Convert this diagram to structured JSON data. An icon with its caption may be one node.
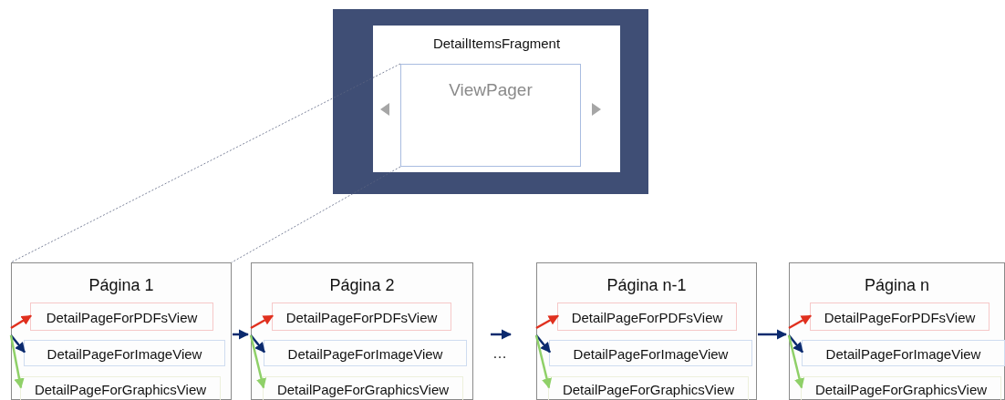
{
  "diagram": {
    "nodes": [
      {
        "text": [],
        "shape": "box"
      },
      {
        "text": [
          "DetailItemsFragment"
        ],
        "in": 0
      },
      {
        "text": [
          "ViewPager"
        ],
        "in": 1
      },
      {
        "text": [
          "Página 1"
        ]
      },
      {
        "text": [
          "DetailPageForPDFsView"
        ],
        "in": 3
      },
      {
        "text": [
          "DetailPageForImageView"
        ],
        "in": 3
      },
      {
        "text": [
          "DetailPageForGraphicsView"
        ],
        "in": 3
      },
      {
        "text": [
          "Página 2"
        ]
      },
      {
        "text": [
          "DetailPageForPDFsView"
        ],
        "in": 7
      },
      {
        "text": [
          "DetailPageForImageView"
        ],
        "in": 7
      },
      {
        "text": [
          "DetailPageForGraphicsView"
        ],
        "in": 7
      },
      {
        "text": [
          "Página n-1"
        ]
      },
      {
        "text": [
          "DetailPageForPDFsView"
        ],
        "in": 11
      },
      {
        "text": [
          "DetailPageForImageView"
        ],
        "in": 11
      },
      {
        "text": [
          "DetailPageForGraphicsView"
        ],
        "in": 11
      },
      {
        "text": [
          "Página n"
        ]
      },
      {
        "text": [
          "DetailPageForPDFsView"
        ],
        "in": 15
      },
      {
        "text": [
          "DetailPageForImageView"
        ],
        "in": 15
      },
      {
        "text": [
          "DetailPageForGraphicsView"
        ],
        "in": 15
      }
    ],
    "edges": [
      {
        "from": 2,
        "to": 3,
        "arrow": "none",
        "style": "dashed",
        "color": "#5a6380"
      },
      {
        "from": 2,
        "to": 3,
        "arrow": "none",
        "style": "dashed",
        "color": "#5a6380"
      },
      {
        "from": 3,
        "to": 4,
        "arrow": "to",
        "color": "#e0301e"
      },
      {
        "from": 3,
        "to": 5,
        "arrow": "to"
      },
      {
        "from": 3,
        "to": 6,
        "arrow": "to",
        "color": "#8fd068"
      },
      {
        "from": 3,
        "to": 7,
        "arrow": "to"
      },
      {
        "from": 7,
        "to": 8,
        "arrow": "to",
        "color": "#e0301e"
      },
      {
        "from": 7,
        "to": 9,
        "arrow": "to"
      },
      {
        "from": 7,
        "to": 10,
        "arrow": "to",
        "color": "#8fd068"
      },
      {
        "from": null,
        "to": 11,
        "arrow": "to"
      },
      {
        "from": 11,
        "to": 12,
        "arrow": "to",
        "color": "#e0301e"
      },
      {
        "from": 11,
        "to": 13,
        "arrow": "to"
      },
      {
        "from": 11,
        "to": 14,
        "arrow": "to",
        "color": "#8fd068"
      },
      {
        "from": 11,
        "to": 15,
        "arrow": "to"
      },
      {
        "from": 15,
        "to": 16,
        "arrow": "to",
        "color": "#e0301e"
      },
      {
        "from": 15,
        "to": 17,
        "arrow": "to"
      },
      {
        "from": 15,
        "to": 18,
        "arrow": "to",
        "color": "#8fd068"
      }
    ],
    "labels": [
      "…"
    ]
  }
}
